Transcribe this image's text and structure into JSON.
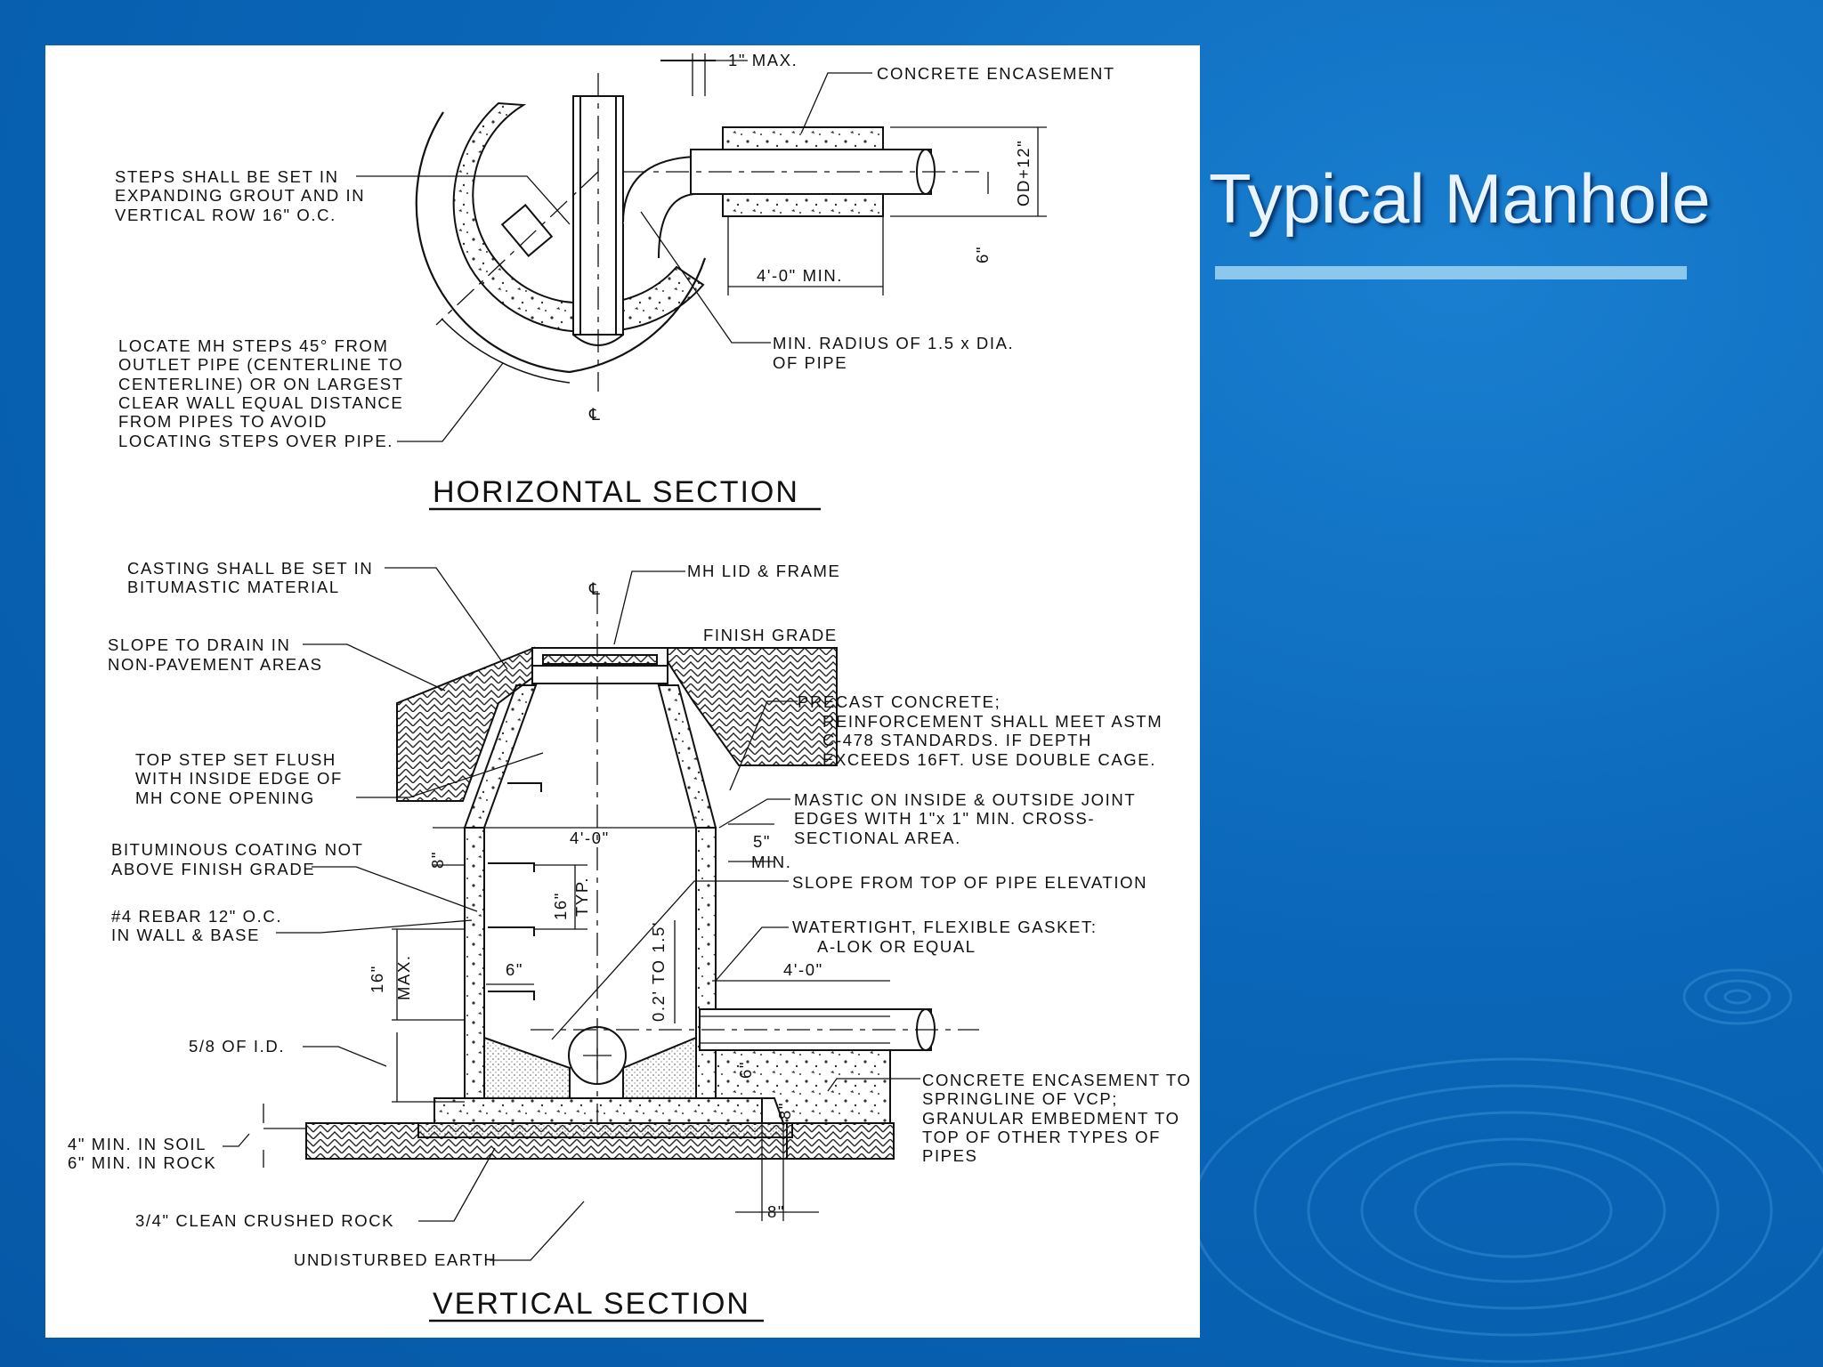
{
  "slide": {
    "title": "Typical Manhole",
    "colors": {
      "background": "#0a66b8",
      "title": "#e8f4ff",
      "underline": "#8cc8ee",
      "panel": "#ffffff"
    }
  },
  "horizontal_section": {
    "title": "HORIZONTAL SECTION",
    "labels": {
      "max_gap": "1\" MAX.",
      "encasement": "CONCRETE ENCASEMENT",
      "steps_1": "STEPS SHALL BE SET IN",
      "steps_2": "EXPANDING GROUT AND IN",
      "steps_3": "VERTICAL ROW 16\" O.C.",
      "od": "OD+12\"",
      "six": "6\"",
      "four_ft": "4'-0\" MIN.",
      "radius_1": "MIN. RADIUS OF 1.5 x DIA.",
      "radius_2": "OF PIPE",
      "locate_1": "LOCATE MH STEPS 45° FROM",
      "locate_2": "OUTLET PIPE (CENTERLINE TO",
      "locate_3": "CENTERLINE) OR ON LARGEST",
      "locate_4": "CLEAR WALL EQUAL DISTANCE",
      "locate_5": "FROM PIPES TO AVOID",
      "locate_6": "LOCATING STEPS OVER PIPE.",
      "centerline": "℄"
    }
  },
  "vertical_section": {
    "title": "VERTICAL SECTION",
    "labels": {
      "casting_1": "CASTING SHALL BE SET IN",
      "casting_2": "BITUMASTIC MATERIAL",
      "lid": "MH LID & FRAME",
      "centerline": "℄",
      "finish_grade": "FINISH GRADE",
      "slope_1": "SLOPE TO DRAIN IN",
      "slope_2": "NON-PAVEMENT AREAS",
      "precast_1": "PRECAST CONCRETE;",
      "precast_2": "REINFORCEMENT SHALL MEET ASTM",
      "precast_3": "C-478 STANDARDS.   IF DEPTH",
      "precast_4": "EXCEEDS 16FT.   USE DOUBLE CAGE.",
      "topstep_1": "TOP STEP SET FLUSH",
      "topstep_2": "WITH INSIDE EDGE OF",
      "topstep_3": "MH CONE OPENING",
      "mastic_1": "MASTIC ON INSIDE & OUTSIDE JOINT",
      "mastic_2": "EDGES WITH 1\"x 1\" MIN. CROSS-",
      "mastic_3": "SECTIONAL AREA.",
      "eight": "8\"",
      "four_ft": "4'-0\"",
      "five": "5\"",
      "min": "MIN.",
      "bitum_1": "BITUMINOUS COATING NOT",
      "bitum_2": "ABOVE FINISH GRADE",
      "slope_pipe": "SLOPE FROM TOP OF PIPE ELEVATION",
      "sixteen": "16\"",
      "typ": "TYP.",
      "rebar_1": "#4 REBAR 12\" O.C.",
      "rebar_2": "IN WALL & BASE",
      "gasket_1": "WATERTIGHT, FLEXIBLE GASKET:",
      "gasket_2": "A-LOK OR EQUAL",
      "sixteen_max": "16\"",
      "max": "MAX.",
      "six": "6\"",
      "range": "0.2' TO 1.5'",
      "four_ft_2": "4'-0\"",
      "five_eighths": "5/8 OF I.D.",
      "six_b": "6\"",
      "eight_b": "8\"",
      "enc_1": "CONCRETE ENCASEMENT TO",
      "enc_2": "SPRINGLINE OF VCP;",
      "enc_3": "GRANULAR EMBEDMENT TO",
      "enc_4": "TOP OF OTHER TYPES OF",
      "enc_5": "PIPES",
      "soil": "4\" MIN. IN SOIL",
      "rock": "6\" MIN. IN ROCK",
      "crushed": "3/4\" CLEAN CRUSHED ROCK",
      "earth": "UNDISTURBED EARTH",
      "eight_c": "8\""
    }
  }
}
